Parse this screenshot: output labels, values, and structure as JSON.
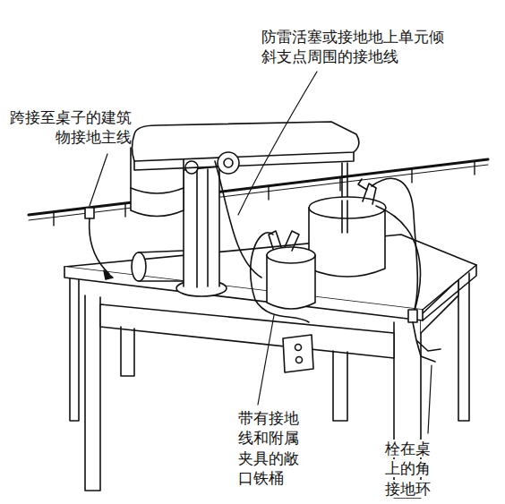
{
  "diagram": {
    "labels": [
      "防雷活塞或接地地上单元倾斜支点周围的接地线",
      "跨接至桌子的建筑物接地主线",
      "带有接地线和附属夹具的敞口铁桶",
      "栓在桌上的角接地环"
    ]
  }
}
